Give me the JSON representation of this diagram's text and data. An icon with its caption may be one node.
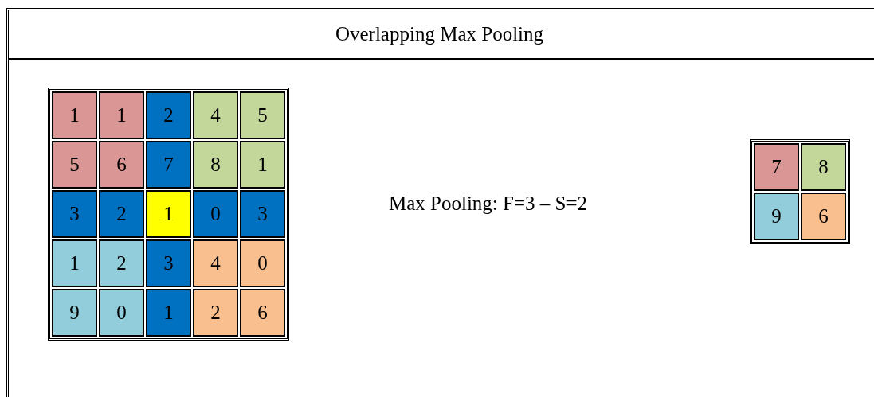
{
  "diagram": {
    "title": "Overlapping Max Pooling",
    "labels": [
      "1",
      "1",
      "2",
      "4",
      "5",
      "5",
      "6",
      "7",
      "8",
      "1",
      "3",
      "2",
      "1",
      "0",
      "3",
      "1",
      "2",
      "3",
      "4",
      "0",
      "9",
      "0",
      "1",
      "2",
      "6",
      "Max Pooling: F=3 – S=2",
      "7",
      "8",
      "9",
      "6"
    ]
  }
}
